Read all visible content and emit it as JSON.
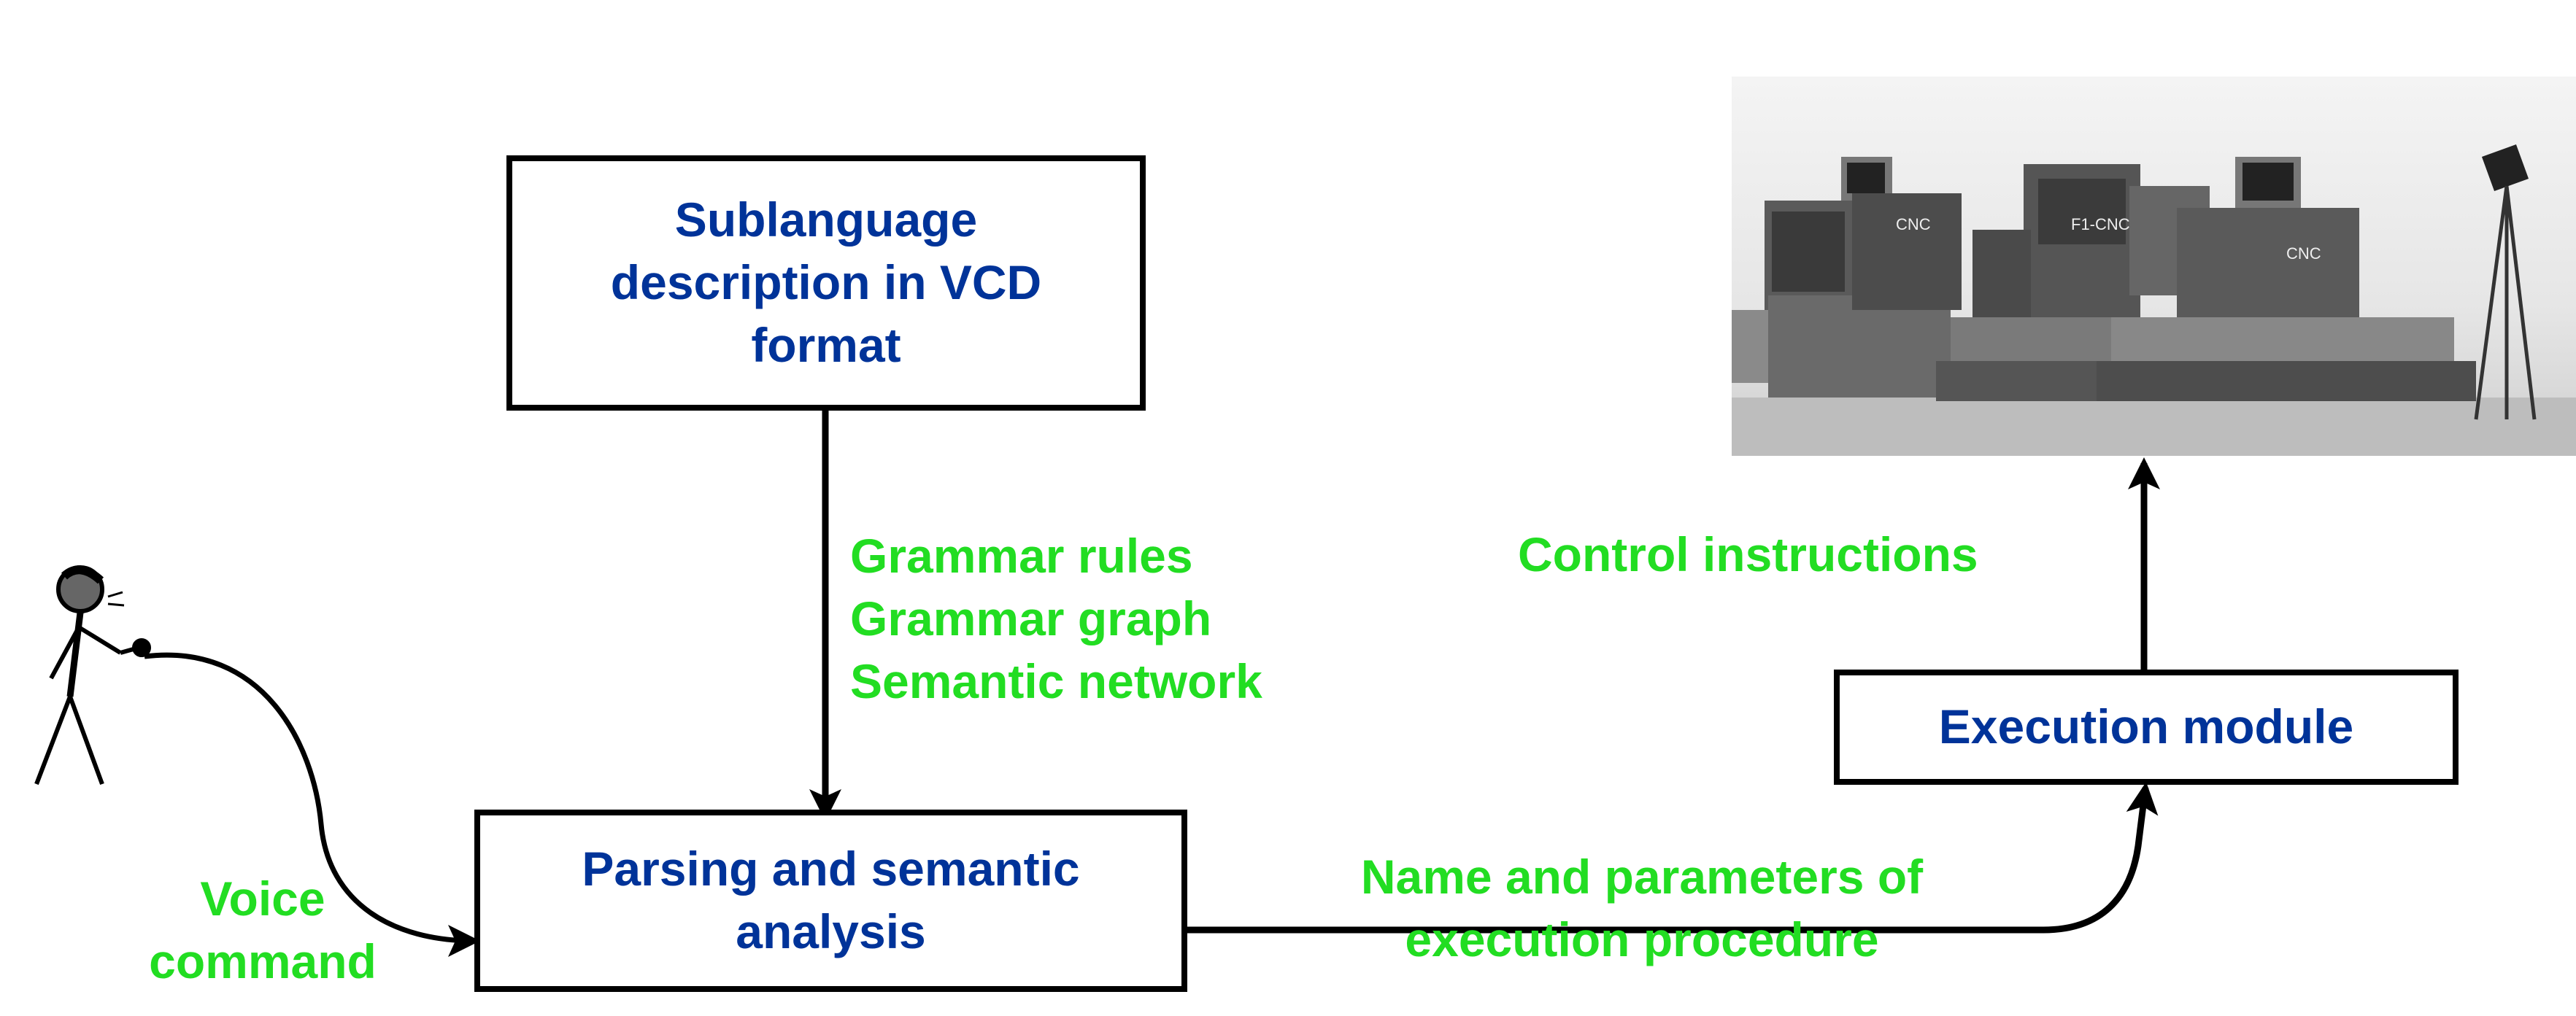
{
  "nodes": {
    "sublanguage": "Sublanguage\ndescription in VCD\nformat",
    "parsing": "Parsing and semantic\nanalysis",
    "execution": "Execution module"
  },
  "edge_labels": {
    "voice_command": "Voice\ncommand",
    "grammar": "Grammar rules\nGrammar graph\nSemantic network",
    "name_params": "Name and parameters of\nexecution procedure",
    "control": "Control instructions"
  },
  "colors": {
    "node_text": "#003399",
    "edge_label_text": "#22dd22",
    "border": "#000000"
  },
  "icons": {
    "speaker": "person-speaking-into-microphone-icon",
    "machine": "cnc-machine-workshop-photo"
  }
}
